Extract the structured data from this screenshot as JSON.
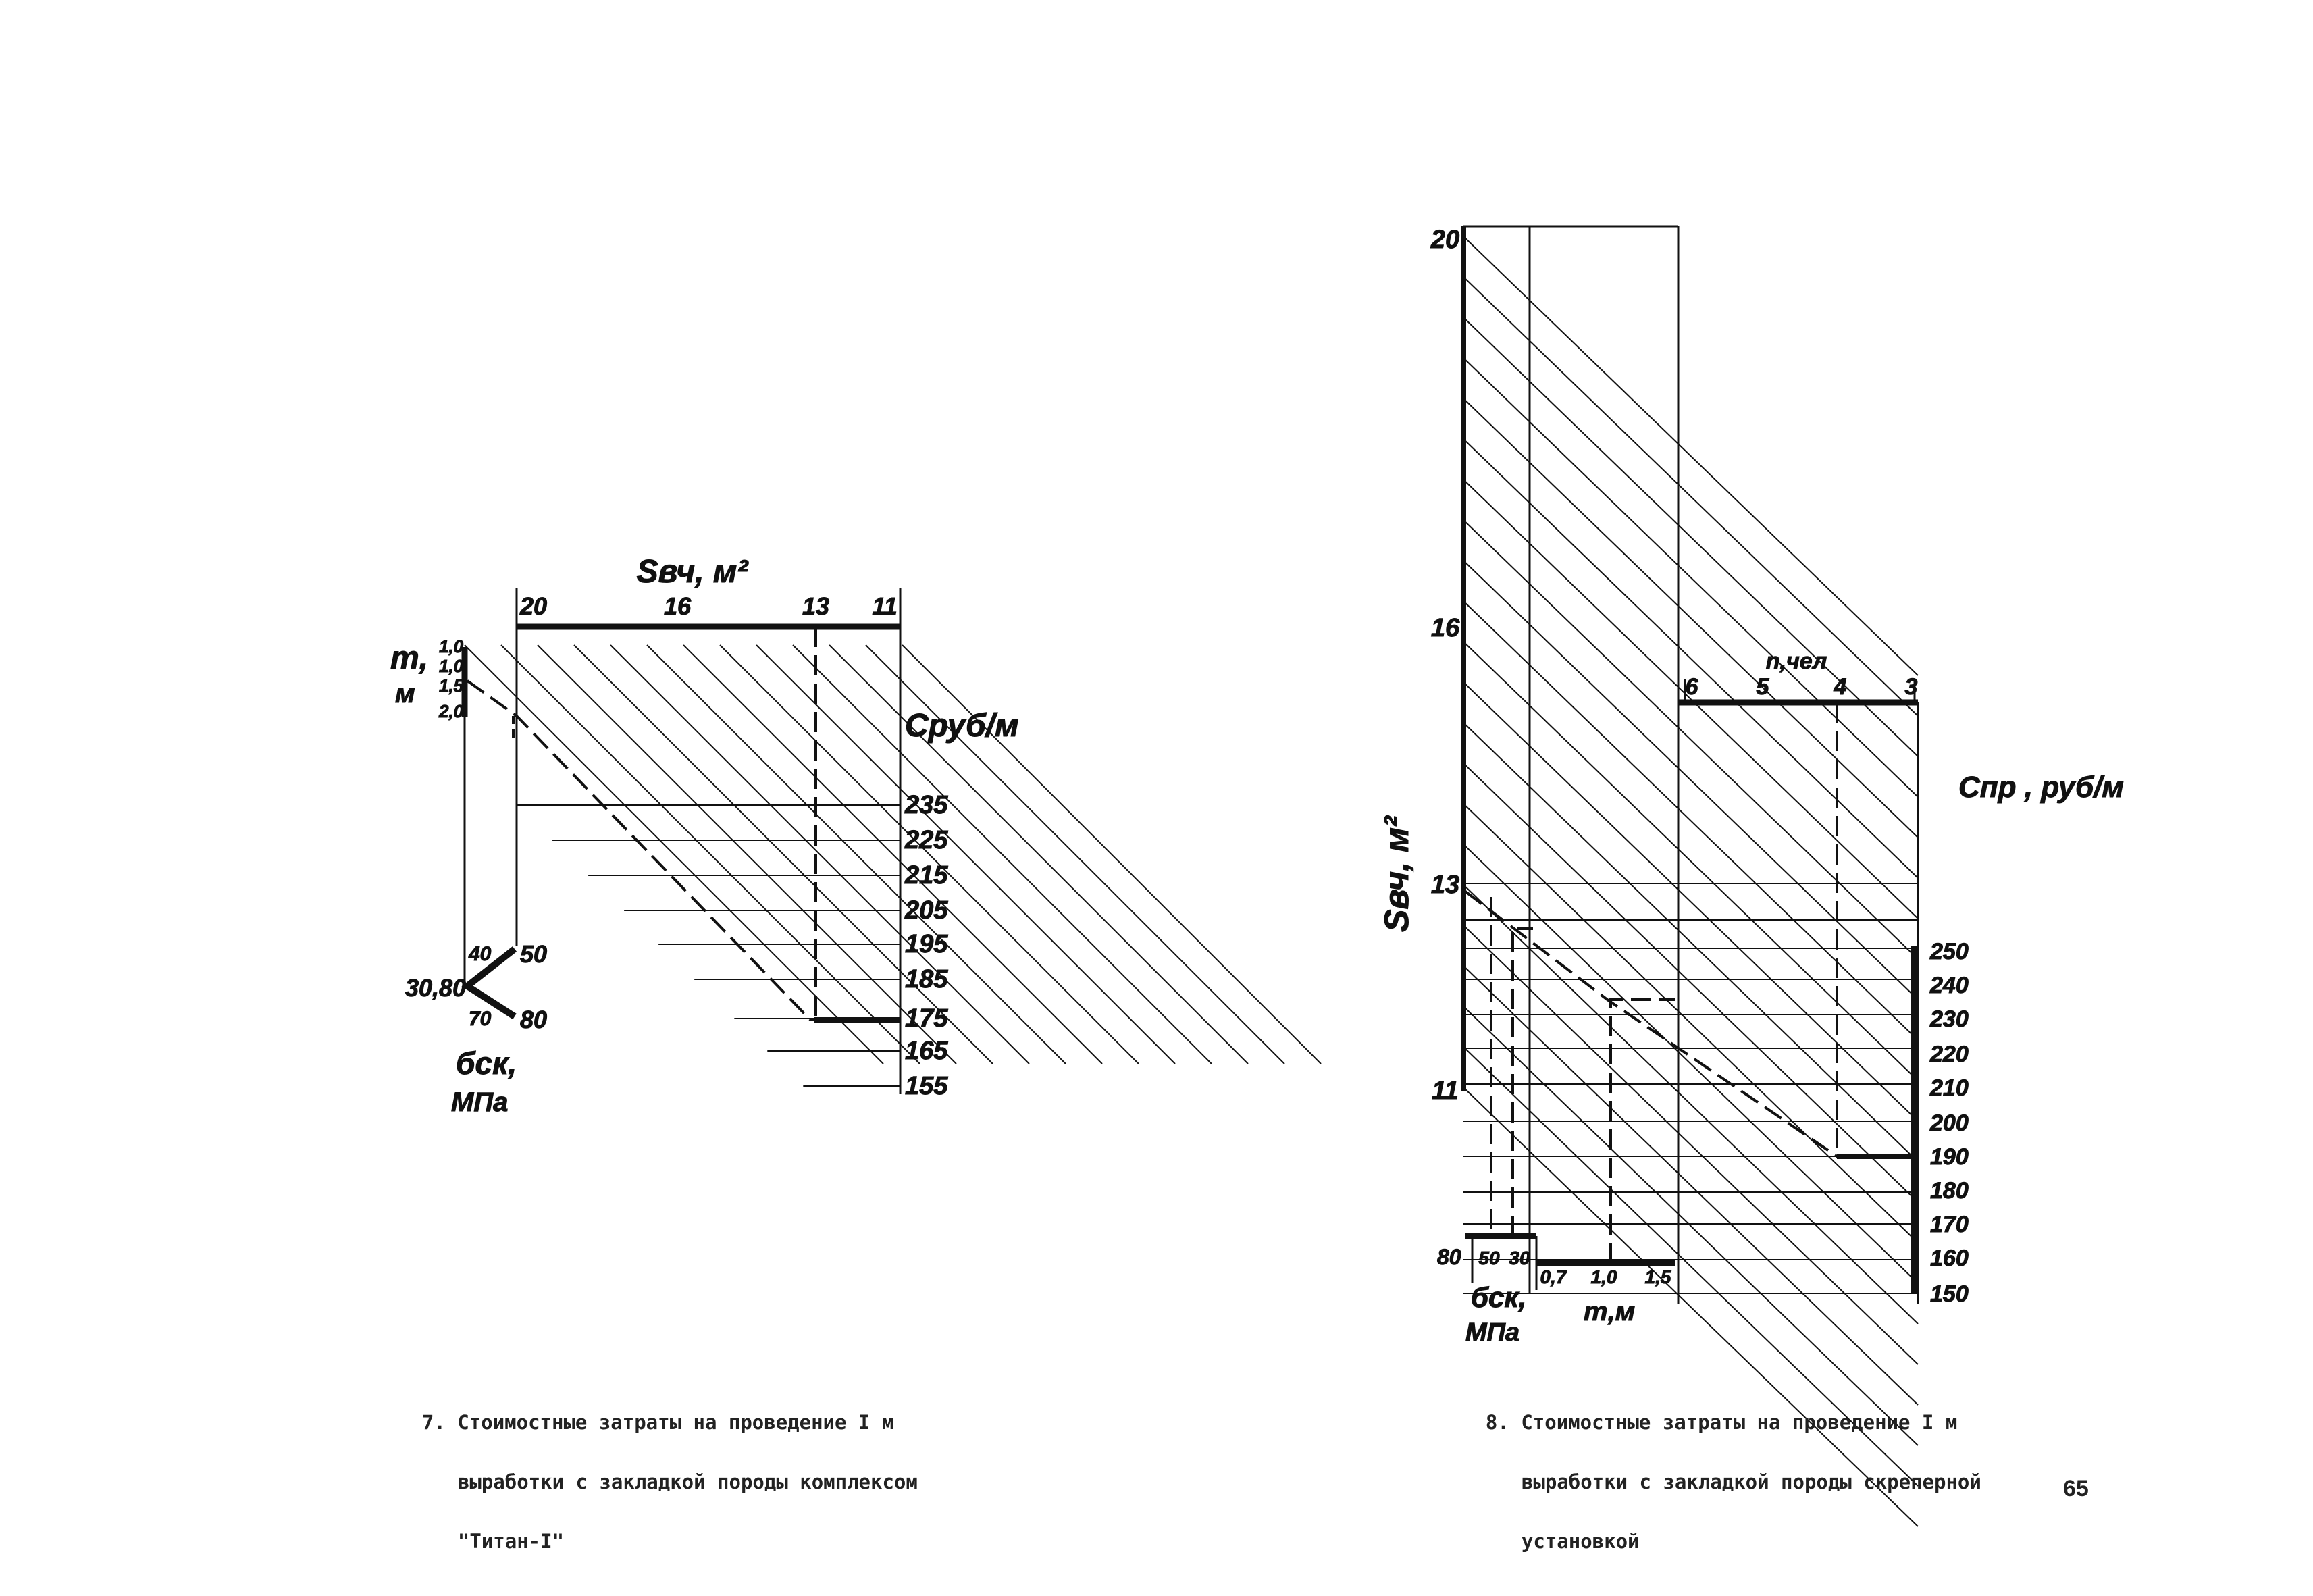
{
  "figure7": {
    "caption_number": "7.",
    "caption_lines": [
      "Стоимостные затраты на проведение I м",
      "выработки с закладкой породы комплексом",
      "\"Титан-I\""
    ],
    "axis_s_title": "Sвч, м²",
    "axis_s_ticks": [
      "20",
      "16",
      "13",
      "11"
    ],
    "axis_c_title": "Cруб/м",
    "axis_c_ticks": [
      "235",
      "225",
      "215",
      "205",
      "195",
      "185",
      "175",
      "165",
      "155"
    ],
    "axis_m_title": "m,",
    "axis_m_unit": "м",
    "axis_m_ticks": [
      "1,0",
      "1,0",
      "1,5",
      "2,0"
    ],
    "sigma_title": "бск,",
    "sigma_unit": "МПа",
    "sigma_left_label": "30,80",
    "sigma_ticks": [
      "40",
      "50",
      "70",
      "80"
    ]
  },
  "figure8": {
    "caption_number": "8.",
    "caption_lines": [
      "Стоимостные затраты на проведение I м",
      "выработки с закладкой породы скреперной",
      "установкой"
    ],
    "axis_s_title": "Sвч, м²",
    "axis_s_ticks": [
      "20",
      "16",
      "13",
      "11"
    ],
    "axis_n_title": "n,чел",
    "axis_n_ticks": [
      "6",
      "5",
      "4",
      "3"
    ],
    "axis_c_title": "Cпр , руб/м",
    "axis_c_ticks": [
      "250",
      "240",
      "230",
      "220",
      "210",
      "200",
      "190",
      "180",
      "170",
      "160",
      "150"
    ],
    "sigma_ticks": [
      "80",
      "50",
      "30"
    ],
    "sigma_title": "бск,",
    "sigma_unit": "МПа",
    "axis_m_ticks": [
      "0,7",
      "1,0",
      "1,5"
    ],
    "axis_m_title": "m,м"
  },
  "page_number": "65"
}
